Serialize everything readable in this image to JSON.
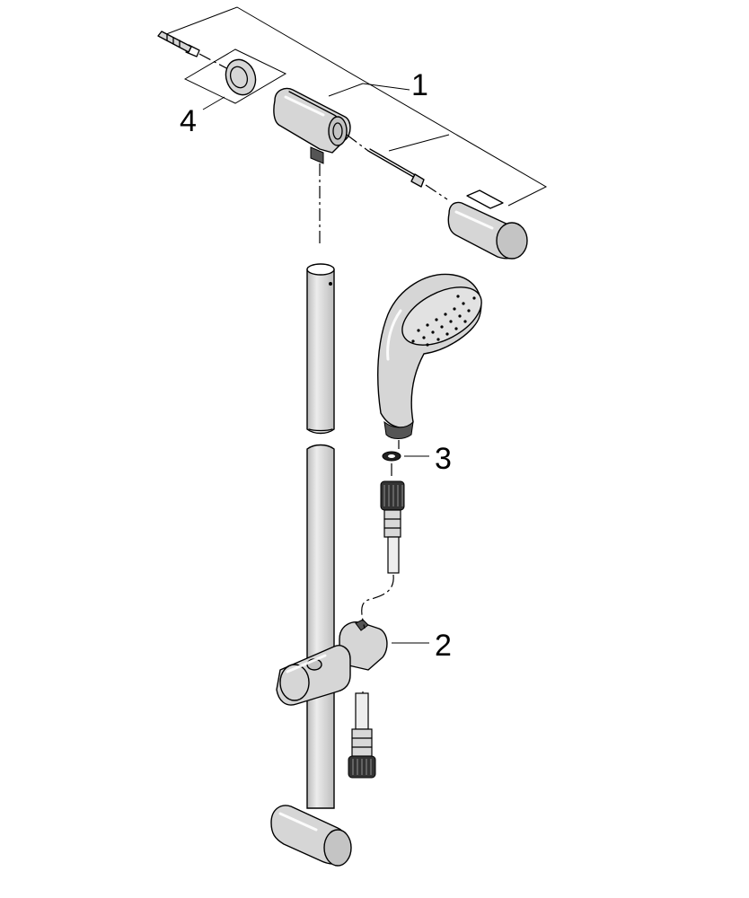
{
  "callouts": {
    "c1": "1",
    "c2": "2",
    "c3": "3",
    "c4": "4"
  },
  "colors": {
    "line": "#000000",
    "part_fill": "#d6d6d6",
    "background": "#ffffff"
  }
}
